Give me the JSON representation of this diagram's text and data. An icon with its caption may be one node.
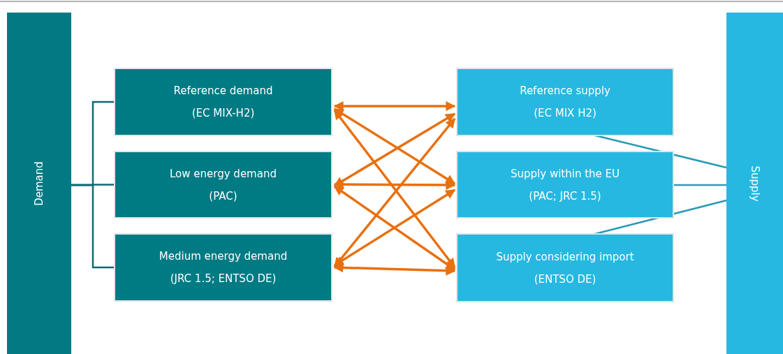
{
  "diagram": {
    "nodes": [
      {
        "text": [
          "Demand"
        ]
      },
      {
        "text": [
          "Reference demand",
          "(EC MIX-H2)"
        ]
      },
      {
        "text": [
          "Low energy demand",
          "(PAC)"
        ]
      },
      {
        "text": [
          "Medium energy demand",
          "(JRC 1.5; ENTSO DE)"
        ]
      },
      {
        "text": [
          "Reference supply",
          "(EC MIX H2)"
        ]
      },
      {
        "text": [
          "Supply within the EU",
          "(PAC; JRC 1.5)"
        ]
      },
      {
        "text": [
          "Supply considering import",
          "(ENTSO DE)"
        ]
      },
      {
        "text": [
          "Supply"
        ]
      }
    ],
    "edges": [
      {
        "from": 0,
        "to": 1,
        "arrow": "none",
        "color": "#0f6b73"
      },
      {
        "from": 0,
        "to": 2,
        "arrow": "none",
        "color": "#0f6b73"
      },
      {
        "from": 0,
        "to": 3,
        "arrow": "none",
        "color": "#0f6b73"
      },
      {
        "from": 1,
        "to": 4,
        "arrow": "both"
      },
      {
        "from": 1,
        "to": 5,
        "arrow": "both"
      },
      {
        "from": 1,
        "to": 6,
        "arrow": "both"
      },
      {
        "from": 2,
        "to": 4,
        "arrow": "both"
      },
      {
        "from": 2,
        "to": 5,
        "arrow": "both"
      },
      {
        "from": 2,
        "to": 6,
        "arrow": "both"
      },
      {
        "from": 3,
        "to": 4,
        "arrow": "both"
      },
      {
        "from": 3,
        "to": 5,
        "arrow": "both"
      },
      {
        "from": 3,
        "to": 6,
        "arrow": "both"
      },
      {
        "from": 7,
        "to": 4,
        "arrow": "none",
        "color": "#2a9bb5"
      },
      {
        "from": 7,
        "to": 5,
        "arrow": "none",
        "color": "#2a9bb5"
      },
      {
        "from": 7,
        "to": 6,
        "arrow": "none",
        "color": "#2a9bb5"
      }
    ]
  }
}
